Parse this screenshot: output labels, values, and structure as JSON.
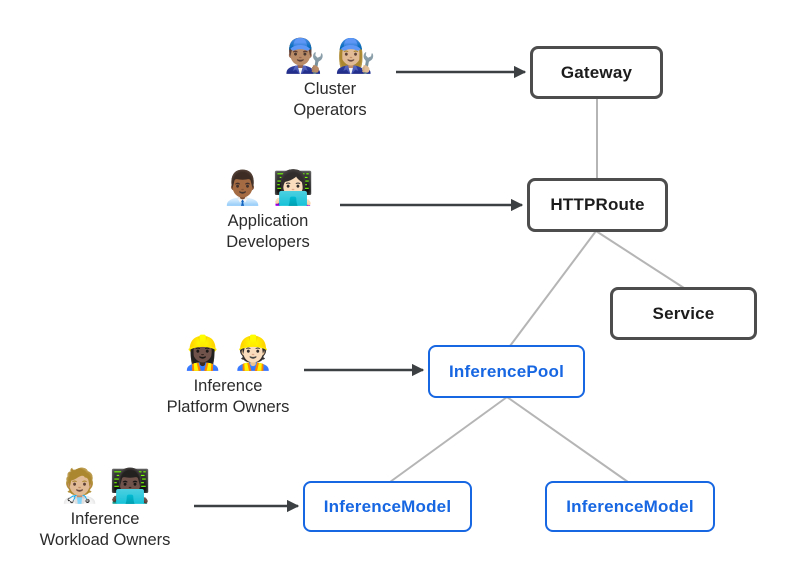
{
  "diagram": {
    "nodes": {
      "gateway": {
        "label": "Gateway",
        "style": "core"
      },
      "httproute": {
        "label": "HTTPRoute",
        "style": "core"
      },
      "service": {
        "label": "Service",
        "style": "core"
      },
      "inferencepool": {
        "label": "InferencePool",
        "style": "extension"
      },
      "inferencemodel_left": {
        "label": "InferenceModel",
        "style": "extension"
      },
      "inferencemodel_right": {
        "label": "InferenceModel",
        "style": "extension"
      }
    },
    "personas": {
      "cluster_operators": {
        "emoji": "👨🏽‍🔧 👩🏼‍🔧",
        "emoji_name": "mechanics-emoji",
        "line1": "Cluster",
        "line2": "Operators"
      },
      "application_developers": {
        "emoji": "👨🏾‍💼 👩🏻‍💻",
        "emoji_name": "office-worker-and-technologist-emoji",
        "line1": "Application",
        "line2": "Developers"
      },
      "inference_platform_owners": {
        "emoji": "👷🏿‍♀️ 👷🏻",
        "emoji_name": "construction-workers-emoji",
        "line1": "Inference",
        "line2": "Platform Owners"
      },
      "inference_workload_owners": {
        "emoji": "🧑🏼‍⚕️ 👨🏿‍💻",
        "emoji_name": "coat-worker-and-technologist-emoji",
        "line1": "Inference",
        "line2": "Workload Owners"
      }
    },
    "persona_arrows": [
      {
        "from": "Cluster Operators",
        "to": "Gateway"
      },
      {
        "from": "Application Developers",
        "to": "HTTPRoute"
      },
      {
        "from": "Inference Platform Owners",
        "to": "InferencePool"
      },
      {
        "from": "Inference Workload Owners",
        "to": "InferenceModel"
      }
    ],
    "edges": [
      {
        "from": "Gateway",
        "to": "HTTPRoute"
      },
      {
        "from": "HTTPRoute",
        "to": "Service"
      },
      {
        "from": "HTTPRoute",
        "to": "InferencePool"
      },
      {
        "from": "InferencePool",
        "to": "InferenceModel (left)"
      },
      {
        "from": "InferencePool",
        "to": "InferenceModel (right)"
      }
    ],
    "colors": {
      "core_border": "#4d4d4d",
      "core_text": "#1c1c1c",
      "extension_accent": "#1766e2",
      "connector_gray": "#b5b5b5",
      "arrow_dark": "#3c4043",
      "background": "#ffffff"
    }
  }
}
